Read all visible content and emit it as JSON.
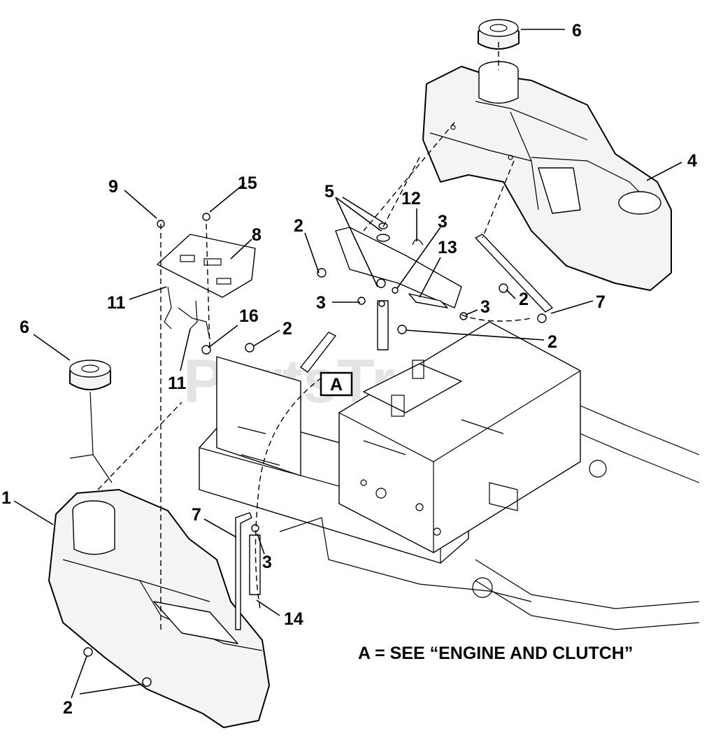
{
  "labels": {
    "l1": "1",
    "l2a": "2",
    "l2b": "2",
    "l2c": "2",
    "l2d": "2",
    "l2e": "2",
    "l3a": "3",
    "l3b": "3",
    "l3c": "3",
    "l3d": "3",
    "l4": "4",
    "l5": "5",
    "l6a": "6",
    "l6b": "6",
    "l7a": "7",
    "l7b": "7",
    "l8": "8",
    "l9": "9",
    "l11a": "11",
    "l11b": "11",
    "l12": "12",
    "l13": "13",
    "l14": "14",
    "l15": "15",
    "l16": "16"
  },
  "callout_box": "A",
  "note": "A = SEE “ENGINE AND CLUTCH”",
  "watermark": "PartsTree"
}
